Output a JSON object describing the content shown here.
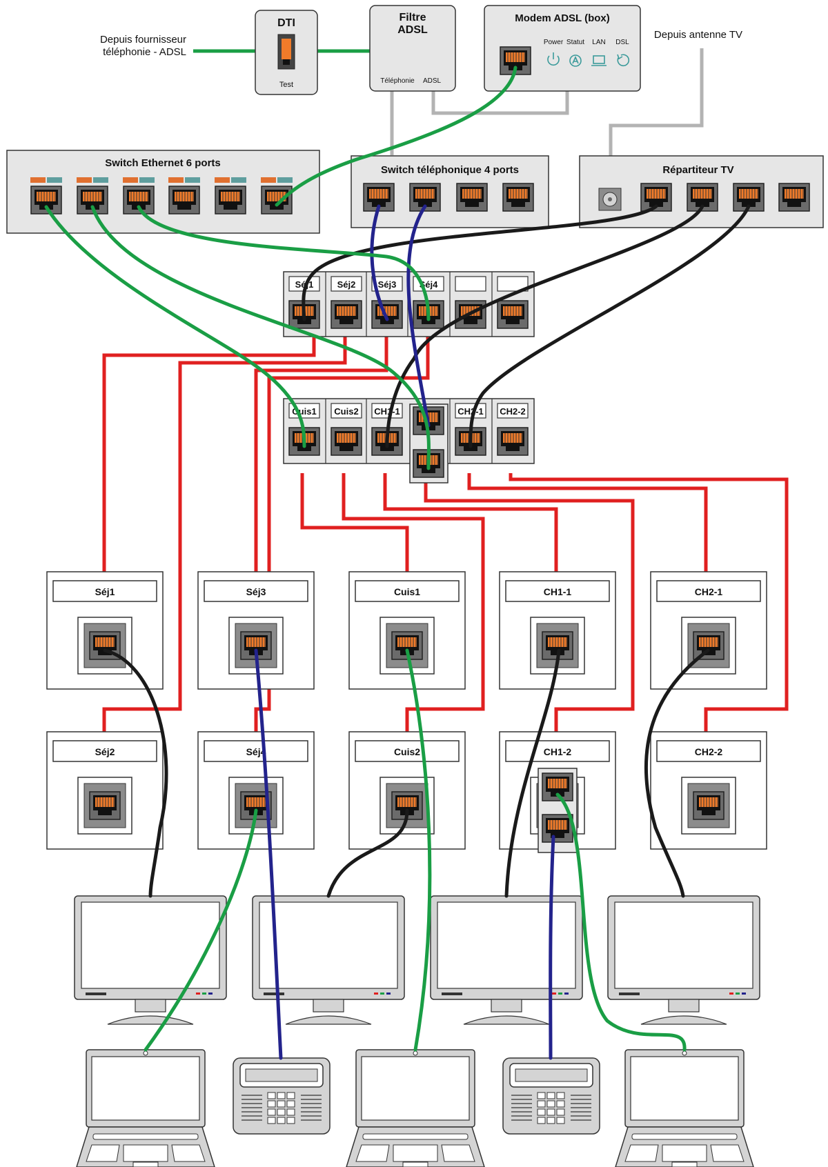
{
  "sources": {
    "phone_provider": "Depuis fournisseur\ntéléphonie - ADSL",
    "antenna": "Depuis antenne TV"
  },
  "dti": {
    "title": "DTI",
    "test_label": "Test"
  },
  "filter": {
    "title": "Filtre\nADSL",
    "port_phone": "Téléphonie",
    "port_adsl": "ADSL"
  },
  "modem": {
    "title": "Modem ADSL (box)",
    "indicators": [
      "Power",
      "Statut",
      "LAN",
      "DSL"
    ]
  },
  "switch_eth": {
    "title": "Switch Ethernet 6 ports"
  },
  "switch_tel": {
    "title": "Switch téléphonique 4 ports"
  },
  "repartiteur": {
    "title": "Répartiteur TV"
  },
  "patch_top_labels": [
    "Séj1",
    "Séj2",
    "Séj3",
    "Séj4",
    "",
    ""
  ],
  "patch_bottom_labels": [
    "Cuis1",
    "Cuis2",
    "CH1-1",
    "",
    "CH2-1",
    "CH2-2"
  ],
  "wall_row1": [
    "Séj1",
    "Séj3",
    "Cuis1",
    "CH1-1",
    "CH2-1"
  ],
  "wall_row2": [
    "Séj2",
    "Séj4",
    "Cuis2",
    "CH1-2",
    "CH2-2"
  ],
  "colors": {
    "ethernet": "#1a9e45",
    "telephone": "#23238c",
    "tv": "#1a1a1a",
    "wall_wiring": "#e02020",
    "backbone": "#b3b3b3",
    "port_orange": "#f07b2a"
  },
  "icons": [
    "rj45-port-icon",
    "power-icon",
    "status-icon",
    "lan-icon",
    "dsl-icon",
    "coax-port-icon",
    "monitor-icon",
    "laptop-icon",
    "desk-phone-icon"
  ]
}
